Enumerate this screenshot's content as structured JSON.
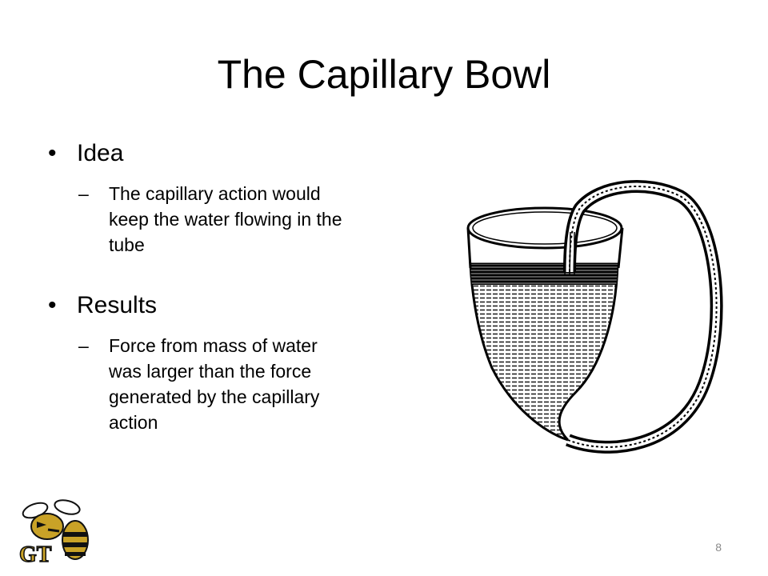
{
  "slide": {
    "title": "The Capillary Bowl",
    "bullets": [
      {
        "label": "Idea",
        "sub": "The capillary action would keep the water flowing in the tube"
      },
      {
        "label": "Results",
        "sub": "Force from mass of water was larger than the force generated by the capillary action"
      }
    ],
    "dash": "–",
    "page_number": "8"
  },
  "figure": {
    "icon": "capillary-bowl-illustration"
  },
  "logo": {
    "icon": "yellow-jacket-gt-logo",
    "colors": {
      "gold": "#c9a227",
      "black": "#111111"
    }
  }
}
